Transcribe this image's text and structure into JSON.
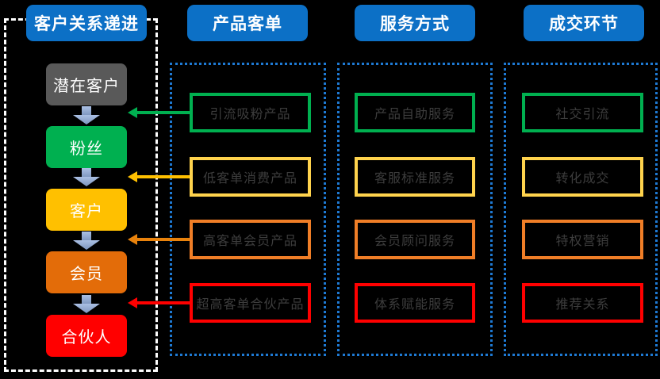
{
  "colors": {
    "background": "#000000",
    "header_blue": "#0C70C6",
    "frame_dotted_blue": "#1E7AD4",
    "frame_dashed_white": "#FFFFFF",
    "item_text_gray": "#3D3D3D",
    "flow_arrow_top": "#ABC0E4",
    "flow_arrow_bottom": "#7C95BE"
  },
  "columns": [
    {
      "header": "客户关系递进",
      "stages": [
        {
          "label": "潜在客户",
          "color": "#595959"
        },
        {
          "label": "粉丝",
          "color": "#00B050"
        },
        {
          "label": "客户",
          "color": "#FFC000"
        },
        {
          "label": "会员",
          "color": "#E36C09"
        },
        {
          "label": "合伙人",
          "color": "#FF0000"
        }
      ]
    },
    {
      "header": "产品客单",
      "items": [
        {
          "label": "引流吸粉产品",
          "color": "#00B050"
        },
        {
          "label": "低客单消费产品",
          "color": "#FFD34D"
        },
        {
          "label": "高客单会员产品",
          "color": "#F07E27"
        },
        {
          "label": "超高客单合伙产品",
          "color": "#FF0000"
        }
      ]
    },
    {
      "header": "服务方式",
      "items": [
        {
          "label": "产品自助服务",
          "color": "#00B050"
        },
        {
          "label": "客服标准服务",
          "color": "#FFD34D"
        },
        {
          "label": "会员顾问服务",
          "color": "#F07E27"
        },
        {
          "label": "体系赋能服务",
          "color": "#FF0000"
        }
      ]
    },
    {
      "header": "成交环节",
      "items": [
        {
          "label": "社交引流",
          "color": "#00B050"
        },
        {
          "label": "转化成交",
          "color": "#FFD34D"
        },
        {
          "label": "特权营销",
          "color": "#F07E27"
        },
        {
          "label": "推荐关系",
          "color": "#FF0000"
        }
      ]
    }
  ],
  "link_arrows": [
    {
      "color": "#00B050"
    },
    {
      "color": "#FFC000"
    },
    {
      "color": "#E8820C"
    },
    {
      "color": "#FF0000"
    }
  ]
}
